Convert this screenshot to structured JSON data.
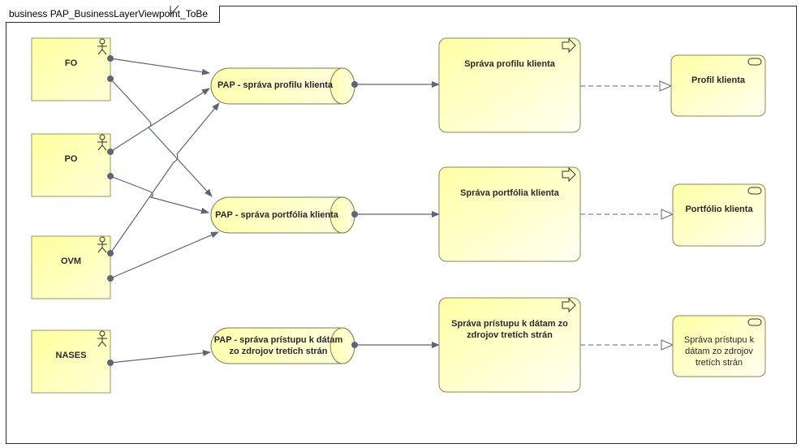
{
  "frame": {
    "title": "business PAP_BusinessLayerViewpoint_ToBe"
  },
  "actors": [
    {
      "id": "fo",
      "label": "FO"
    },
    {
      "id": "po",
      "label": "PO"
    },
    {
      "id": "ovm",
      "label": "OVM"
    },
    {
      "id": "nases",
      "label": "NASES"
    }
  ],
  "interfaces": [
    {
      "id": "profil",
      "label": "PAP - správa profilu klienta"
    },
    {
      "id": "portfolio",
      "label": "PAP - správa portfólia klienta"
    },
    {
      "id": "pristup",
      "label": "PAP - správa prístupu k dátam zo zdrojov tretích strán"
    }
  ],
  "processes": [
    {
      "id": "profil",
      "label": "Správa profilu klienta"
    },
    {
      "id": "portfolio",
      "label": "Správa portfólia klienta"
    },
    {
      "id": "pristup",
      "label": "Správa prístupu k dátam zo zdrojov tretích strán"
    }
  ],
  "objects": [
    {
      "id": "profil",
      "label": "Profil  klienta"
    },
    {
      "id": "portfolio",
      "label": "Portfólio klienta"
    },
    {
      "id": "pristup",
      "label": "Správa prístupu k dátam zo zdrojov tretích strán"
    }
  ],
  "colors": {
    "fill": "#ffffb9",
    "fill_light": "#fffff0",
    "stroke": "#8a8a5a",
    "line": "#5f6478"
  }
}
